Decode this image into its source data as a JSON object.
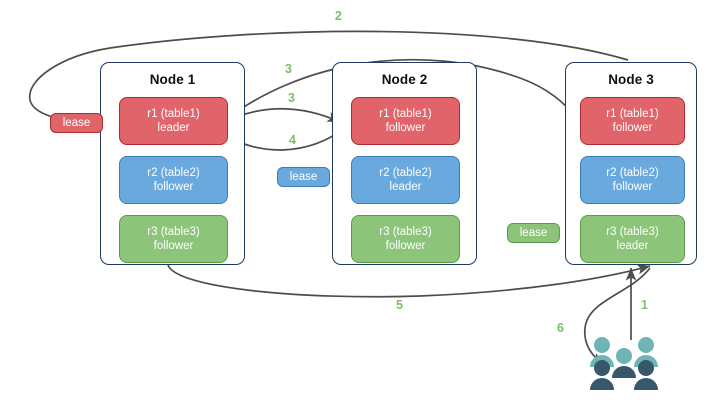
{
  "diagram": {
    "title": "raft-lease-replica-placement",
    "colors": {
      "replica_red": "#e0646a",
      "replica_red_border": "#b02a2f",
      "replica_blue": "#6aa9dd",
      "replica_blue_border": "#3d7cb5",
      "replica_green": "#8cc479",
      "replica_green_border": "#5f9a4c",
      "node_border": "#1f3a5f",
      "arrow": "#4d4d4d",
      "step_label": "#7dbf6a",
      "users_light": "#6fb5b5",
      "users_dark": "#37576b",
      "background": "#ffffff"
    },
    "nodes": [
      {
        "id": "node1",
        "title": "Node 1",
        "replicas": [
          {
            "name": "r1 (table1)",
            "role": "leader",
            "color": "red"
          },
          {
            "name": "r2 (table2)",
            "role": "follower",
            "color": "blue"
          },
          {
            "name": "r3 (table3)",
            "role": "follower",
            "color": "green"
          }
        ]
      },
      {
        "id": "node2",
        "title": "Node 2",
        "replicas": [
          {
            "name": "r1 (table1)",
            "role": "follower",
            "color": "red"
          },
          {
            "name": "r2 (table2)",
            "role": "leader",
            "color": "blue"
          },
          {
            "name": "r3 (table3)",
            "role": "follower",
            "color": "green"
          }
        ]
      },
      {
        "id": "node3",
        "title": "Node 3",
        "replicas": [
          {
            "name": "r1 (table1)",
            "role": "follower",
            "color": "red"
          },
          {
            "name": "r2 (table2)",
            "role": "follower",
            "color": "blue"
          },
          {
            "name": "r3 (table3)",
            "role": "leader",
            "color": "green"
          }
        ]
      }
    ],
    "leases": [
      {
        "id": "lease-r1",
        "label": "lease",
        "color": "red"
      },
      {
        "id": "lease-r2",
        "label": "lease",
        "color": "blue"
      },
      {
        "id": "lease-r3",
        "label": "lease",
        "color": "green"
      }
    ],
    "steps": [
      {
        "id": "step-1",
        "label": "1"
      },
      {
        "id": "step-2",
        "label": "2"
      },
      {
        "id": "step-3a",
        "label": "3"
      },
      {
        "id": "step-3b",
        "label": "3"
      },
      {
        "id": "step-4",
        "label": "4"
      },
      {
        "id": "step-5",
        "label": "5"
      },
      {
        "id": "step-6",
        "label": "6"
      }
    ],
    "actors": [
      {
        "id": "users",
        "label": "users-group-icon"
      }
    ]
  }
}
